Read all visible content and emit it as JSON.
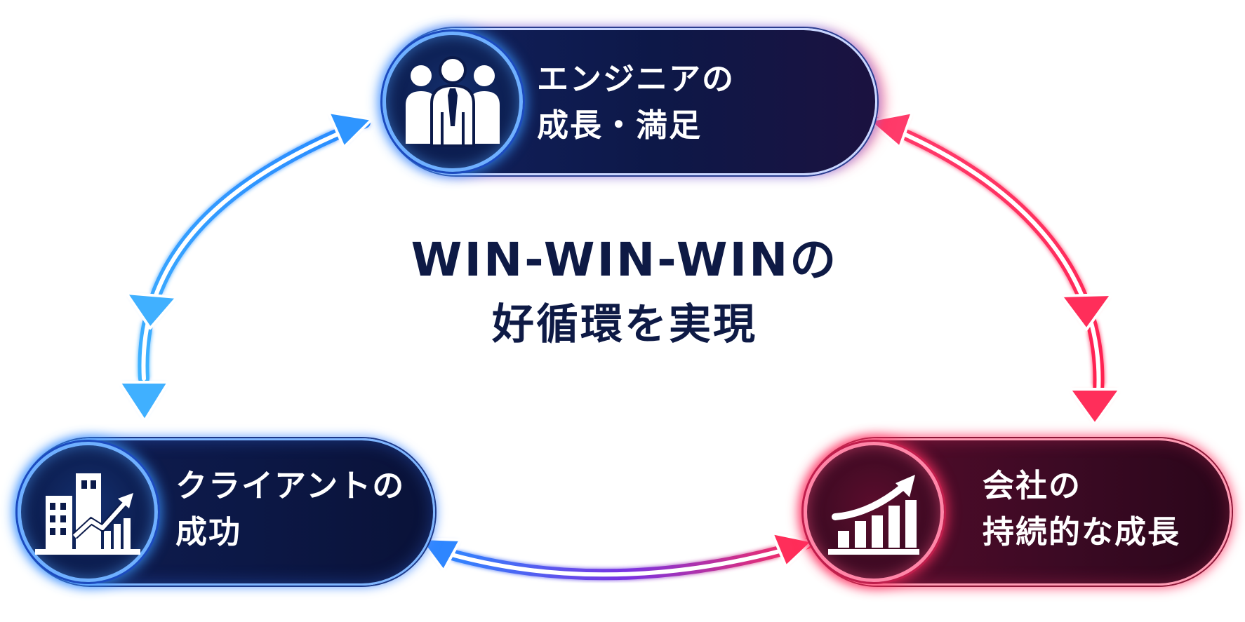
{
  "nodes": {
    "engineer": {
      "line1": "エンジニアの",
      "line2": "成長・満足",
      "icon": "people-icon"
    },
    "client": {
      "line1": "クライアントの",
      "line2": "成功",
      "icon": "building-growth-icon"
    },
    "company": {
      "line1": "会社の",
      "line2": "持続的な成長",
      "icon": "bar-chart-growth-icon"
    }
  },
  "center": {
    "line1": "WIN-WIN-WINの",
    "line2": "好循環を実現"
  },
  "colors": {
    "navy": "#0c1846",
    "crimson": "#4a0b28",
    "arrow_blue": "#39a6ff",
    "arrow_red": "#ff2d5a",
    "arrow_purple": "#8a2be2",
    "title": "#0e1a45"
  },
  "arrows": [
    {
      "from": "engineer",
      "to": "client",
      "type": "double",
      "color": "blue"
    },
    {
      "from": "engineer",
      "to": "company",
      "type": "double",
      "color": "red"
    },
    {
      "from": "client",
      "to": "company",
      "type": "double",
      "color": "blue-to-red"
    }
  ]
}
